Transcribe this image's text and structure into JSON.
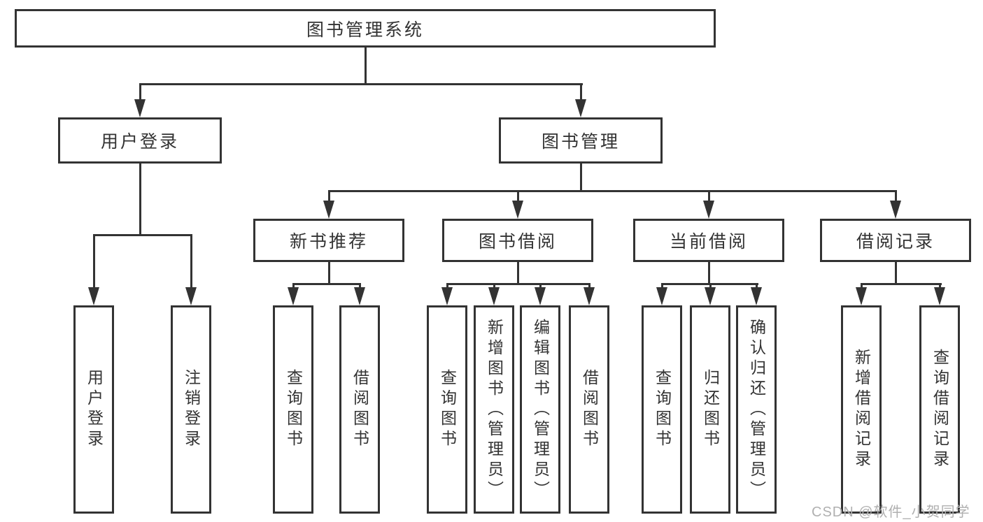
{
  "diagram": {
    "title": "图书管理系统",
    "root": {
      "label": "图书管理系统"
    },
    "level2": [
      {
        "label": "用户登录"
      },
      {
        "label": "图书管理"
      }
    ],
    "level3": [
      {
        "label": "新书推荐",
        "parent": "图书管理"
      },
      {
        "label": "图书借阅",
        "parent": "图书管理"
      },
      {
        "label": "当前借阅",
        "parent": "图书管理"
      },
      {
        "label": "借阅记录",
        "parent": "图书管理"
      }
    ],
    "leaves": [
      {
        "label": "用户登录",
        "parent": "用户登录"
      },
      {
        "label": "注销登录",
        "parent": "用户登录"
      },
      {
        "label": "查询图书",
        "parent": "新书推荐"
      },
      {
        "label": "借阅图书",
        "parent": "新书推荐"
      },
      {
        "label": "查询图书",
        "parent": "图书借阅"
      },
      {
        "label": "新增图书（管理员）",
        "parent": "图书借阅"
      },
      {
        "label": "编辑图书（管理员）",
        "parent": "图书借阅"
      },
      {
        "label": "借阅图书",
        "parent": "图书借阅"
      },
      {
        "label": "查询图书",
        "parent": "当前借阅"
      },
      {
        "label": "归还图书",
        "parent": "当前借阅"
      },
      {
        "label": "确认归还（管理员）",
        "parent": "当前借阅"
      },
      {
        "label": "新增借阅记录",
        "parent": "借阅记录"
      },
      {
        "label": "查询借阅记录",
        "parent": "借阅记录"
      }
    ]
  },
  "watermark": {
    "text": "CSDN @软件_小贺同学"
  },
  "colors": {
    "line": "#333333",
    "text": "#333333",
    "watermark": "#b0b0b0",
    "background": "#ffffff"
  }
}
